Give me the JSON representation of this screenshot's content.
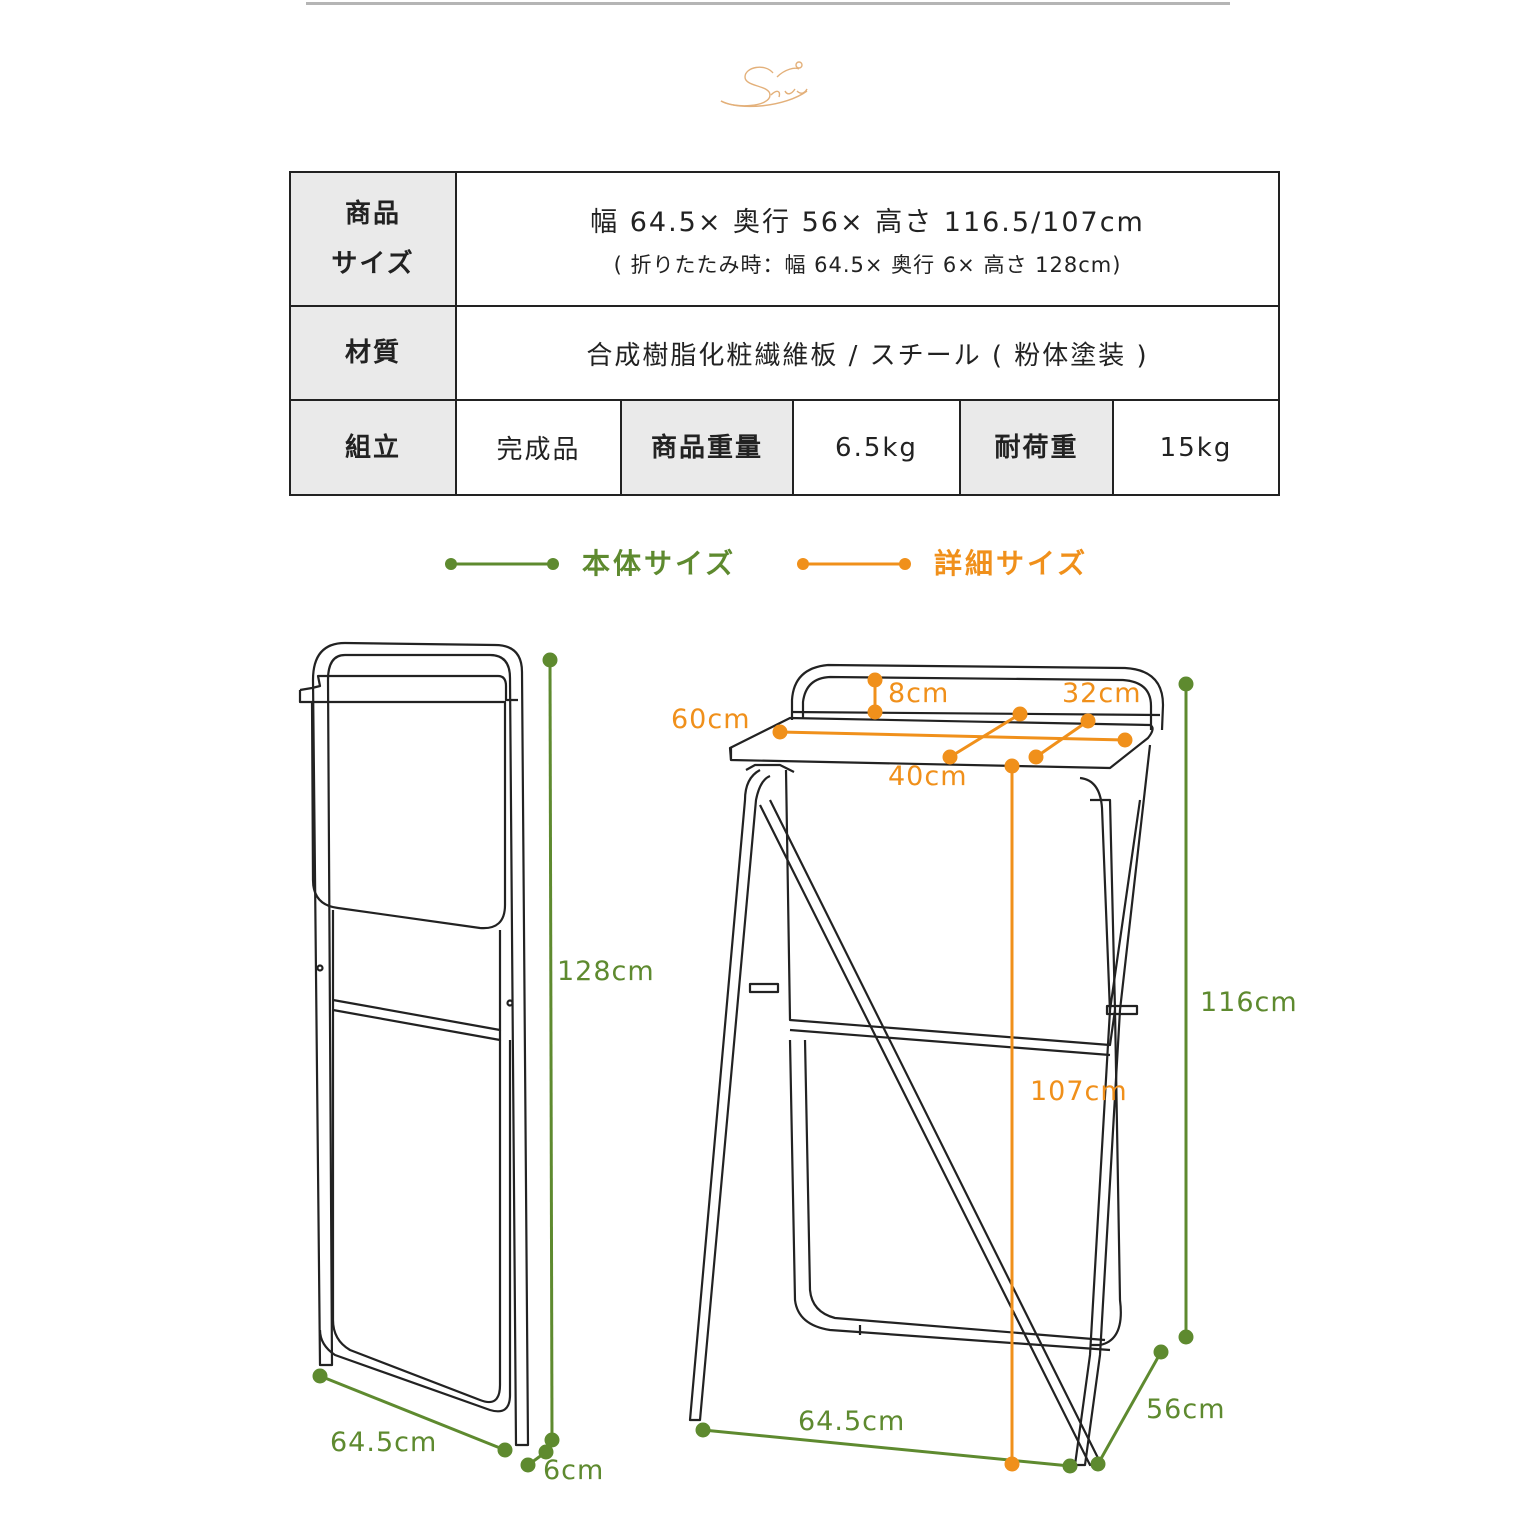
{
  "spec_table": {
    "size_label_line1": "商品",
    "size_label_line2": "サイズ",
    "size_value": "幅 64.5× 奥行 56× 高さ 116.5/107cm",
    "size_folded": "( 折りたたみ時：幅 64.5× 奥行 6× 高さ 128cm)",
    "material_label": "材質",
    "material_value": "合成樹脂化粧繊維板 / スチール ( 粉体塗装 )",
    "assembly_label": "組立",
    "assembly_value": "完成品",
    "weight_label": "商品重量",
    "weight_value": "6.5kg",
    "load_label": "耐荷重",
    "load_value": "15kg"
  },
  "legend": {
    "body_size": "本体サイズ",
    "detail_size": "詳細サイズ"
  },
  "colors": {
    "green": "#5e8a2f",
    "orange": "#f0901b",
    "header_bg": "#eaeaea",
    "logo": "#e3b07a"
  },
  "folded_dims": {
    "height": "128cm",
    "width": "64.5cm",
    "depth": "6cm"
  },
  "open_dims": {
    "height": "116cm",
    "width": "64.5cm",
    "depth": "56cm",
    "inner_height": "107cm",
    "top_width": "60cm",
    "top_depth": "40cm",
    "shelf_depth": "32cm",
    "rail_height": "8cm"
  }
}
